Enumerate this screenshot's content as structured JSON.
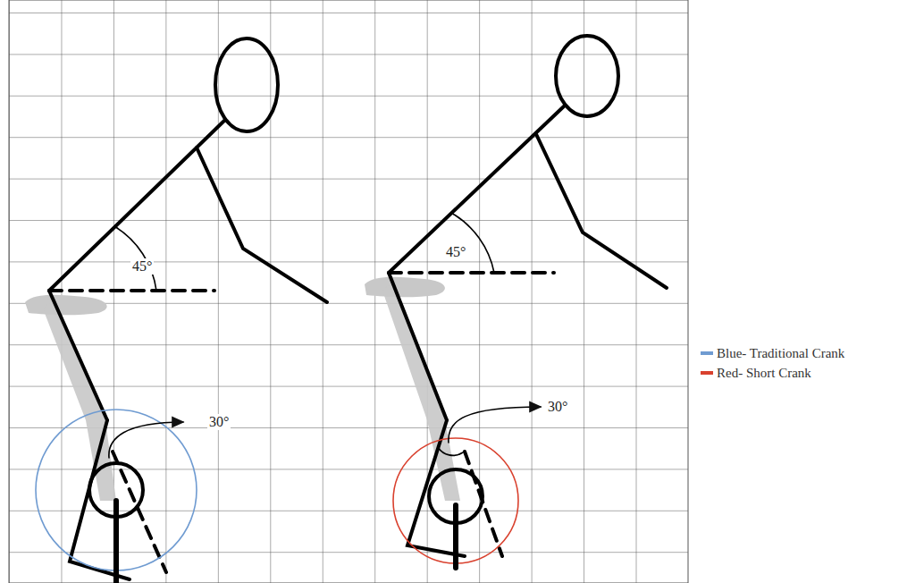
{
  "diagram": {
    "labels": [
      "45°",
      "30°",
      "45°",
      "30°"
    ],
    "legend": [
      {
        "text": "Blue- Traditional Crank",
        "color": "#6f9bd1"
      },
      {
        "text": "Red- Short Crank",
        "color": "#d9412e"
      }
    ]
  }
}
